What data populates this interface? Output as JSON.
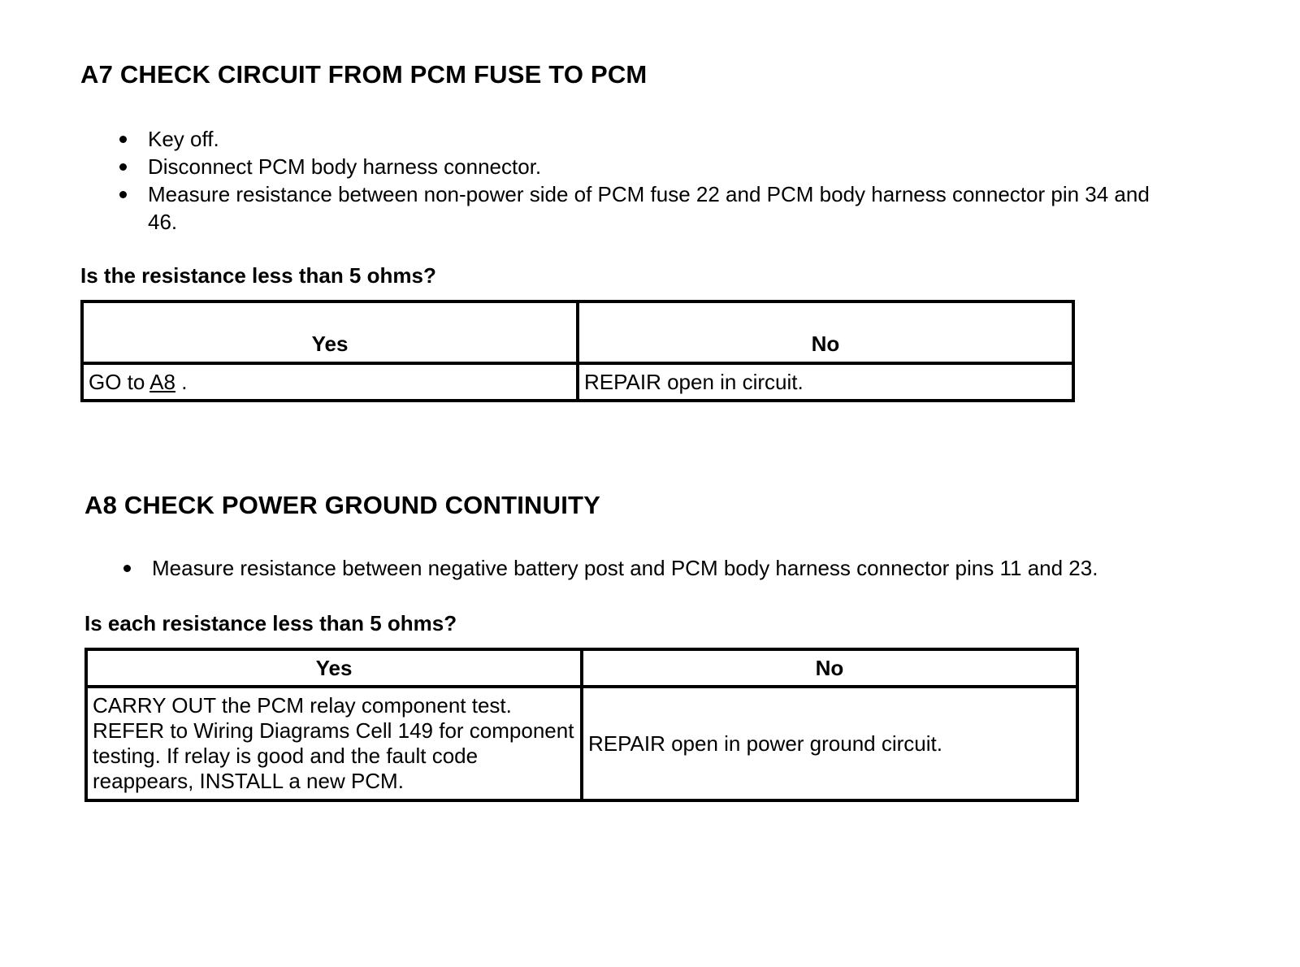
{
  "a7": {
    "title": "A7 CHECK CIRCUIT FROM PCM FUSE TO PCM",
    "bullets": [
      "Key off.",
      "Disconnect PCM body harness connector.",
      "Measure resistance between non-power side of PCM fuse 22 and PCM body harness connector pin 34 and 46."
    ],
    "question": "Is the resistance less than 5 ohms?",
    "table": {
      "yes_header": "Yes",
      "no_header": "No",
      "yes_prefix": "GO to ",
      "yes_link": "A8",
      "yes_suffix": " .",
      "no_text": "REPAIR open in circuit."
    }
  },
  "a8": {
    "title": "A8 CHECK POWER GROUND CONTINUITY",
    "bullets": [
      "Measure resistance between negative battery post and PCM body harness connector pins 11 and 23."
    ],
    "question": "Is each resistance less than 5 ohms?",
    "table": {
      "yes_header": "Yes",
      "no_header": "No",
      "yes_text": "CARRY OUT the PCM relay component test. REFER to Wiring Diagrams Cell 149 for component testing. If relay is good and the fault code reappears, INSTALL a new PCM.",
      "no_text": "REPAIR open in power ground circuit."
    }
  }
}
